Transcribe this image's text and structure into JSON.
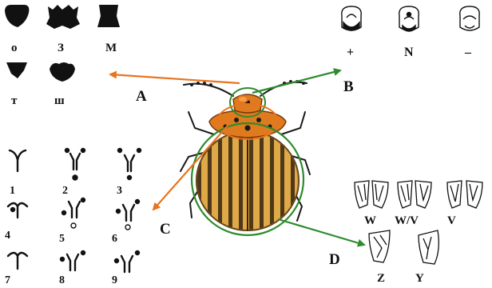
{
  "pronotum_shapes": {
    "labels": [
      "о",
      "З",
      "М",
      "т",
      "ш"
    ]
  },
  "head_patterns": {
    "labels": [
      "+",
      "N",
      "–"
    ]
  },
  "spot_variants": {
    "labels": [
      "1",
      "2",
      "3",
      "4",
      "5",
      "6",
      "7",
      "8",
      "9"
    ]
  },
  "elytra_patterns": {
    "labels": [
      "W",
      "W/V",
      "V",
      "Z",
      "Y"
    ]
  },
  "section_labels": {
    "a": "A",
    "b": "B",
    "c": "C",
    "d": "D"
  },
  "colors": {
    "orange_arrow": "#e8741f",
    "green_arrow": "#2e8b2e"
  }
}
